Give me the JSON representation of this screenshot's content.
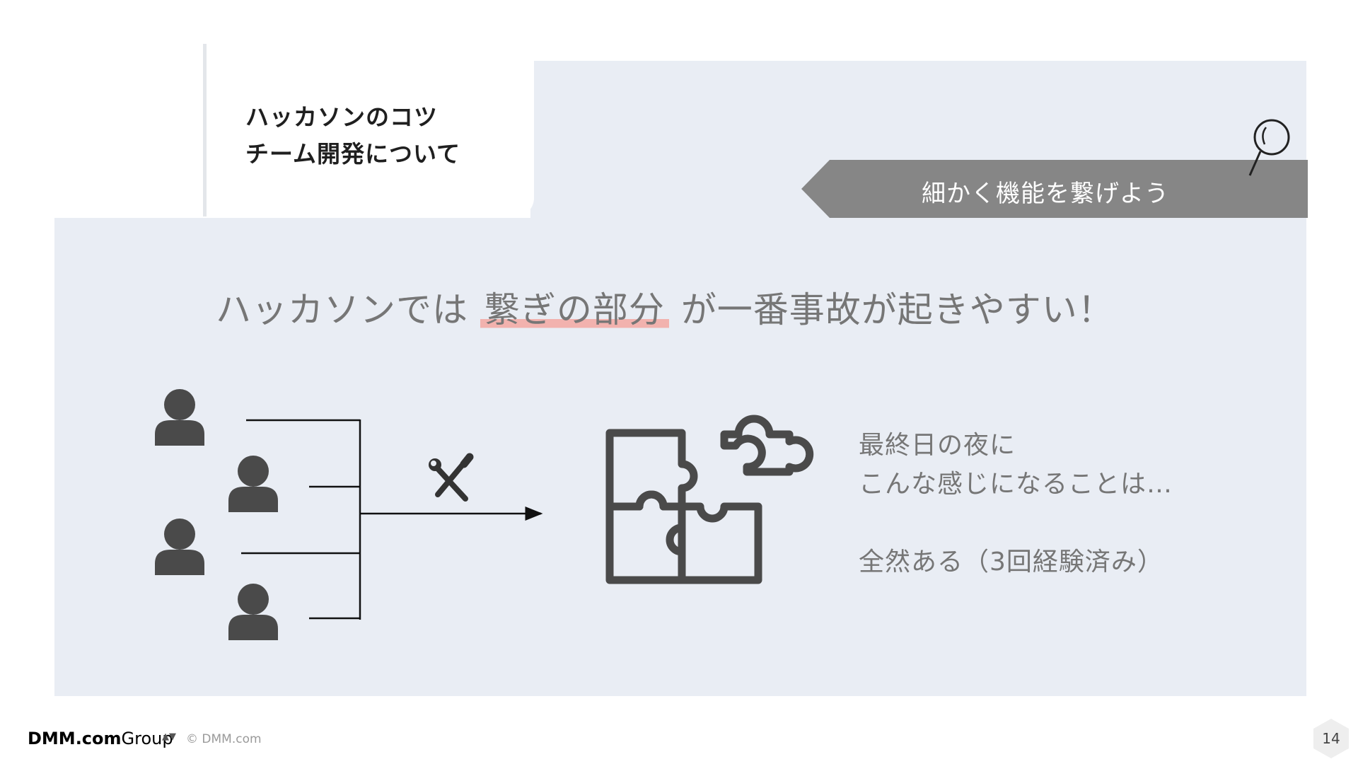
{
  "title": {
    "line1": "ハッカソンのコツ",
    "line2": "チーム開発について"
  },
  "ribbon": {
    "text": "細かく機能を繋げよう",
    "icon": "magnifier-icon"
  },
  "headline": {
    "prefix": "ハッカソンでは",
    "highlight": "繋ぎの部分",
    "suffix": "が一番事故が起きやすい！",
    "highlight_color": "#f2b2ae"
  },
  "diagram": {
    "icons": [
      "person-icon",
      "person-icon",
      "person-icon",
      "person-icon",
      "tools-icon",
      "puzzle-icon"
    ]
  },
  "notes": {
    "line1": "最終日の夜に",
    "line2": "こんな感じになることは…",
    "line3": "全然ある（3回経験済み）"
  },
  "footer": {
    "logo_main": "DMM.com",
    "logo_group": "Group",
    "copyright": "© DMM.com",
    "page_number": "14"
  },
  "colors": {
    "panel": "#e9edf4",
    "ribbon": "#868686",
    "icon": "#4a4a4a"
  }
}
